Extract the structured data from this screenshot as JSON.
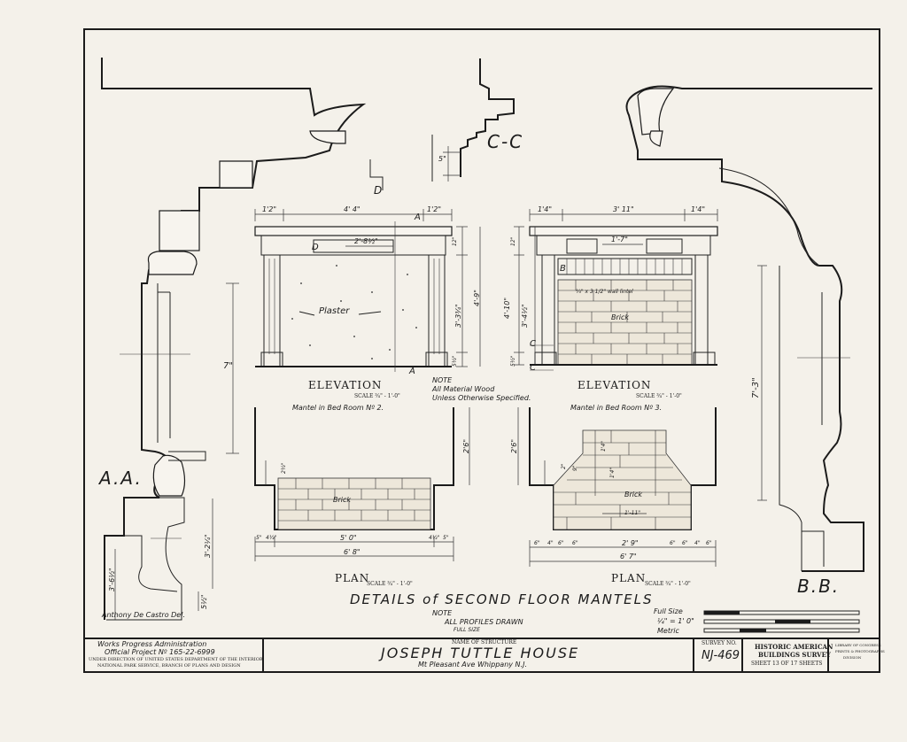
{
  "sections": {
    "cc": "C-C",
    "d": "D",
    "aa": "A.A.",
    "bb": "B.B."
  },
  "marks": {
    "a_top": "A",
    "a_bottom": "A",
    "d_small": "D",
    "b_small": "B",
    "c_upper": "C",
    "c_lower": "C"
  },
  "profile_dims": {
    "cc_5": "5\"",
    "aa_7": "7\"",
    "aa_3_2": "3'-2¼\"",
    "aa_3_6": "3'-6½\"",
    "aa_5": "5½\"",
    "bb_7": "7'-3\""
  },
  "elevation_left": {
    "dims": [
      "1'2\"",
      "4' 4\"",
      "1'2\""
    ],
    "inner_width": "2'-8½\"",
    "height_dims": [
      "12\"",
      "4'-9\"",
      "3'-3¾\"",
      "5½\""
    ],
    "plaster": "Plaster",
    "title": "ELEVATION",
    "scale": "SCALE ¾\" - 1'-0\"",
    "room": "Mantel in Bed Room Nº 2."
  },
  "elevation_right": {
    "dims": [
      "1'4\"",
      "3' 11\"",
      "1'4\""
    ],
    "inner_width": "1'-7\"",
    "height_dims": [
      "12\"",
      "4'-10\"",
      "3'-4½\"",
      "5½\""
    ],
    "lintel": "¾\" x 3 1/2\" wall lintel",
    "brick": "Brick",
    "title": "ELEVATION",
    "scale": "SCALE ¾\" - 1'-0\"",
    "room": "Mantel in Bed Room Nº 3."
  },
  "note": {
    "title": "NOTE",
    "line1": "All Material Wood",
    "line2": "Unless Otherwise Specified."
  },
  "plan_left": {
    "brick": "Brick",
    "dims": [
      "5\"",
      "4½\"",
      "5' 0\"",
      "4½\"",
      "5\""
    ],
    "total": "6' 8\"",
    "height": "2'6\"",
    "depth": "2½\"",
    "title": "PLAN",
    "scale": "SCALE ¾\" - 1'-0\""
  },
  "plan_right": {
    "brick": "Brick",
    "dims": [
      "6\"",
      "4\"",
      "6\"",
      "6\"",
      "2' 9\"",
      "6\"",
      "6\"",
      "4\"",
      "6\""
    ],
    "inner": "1'-11\"",
    "total": "6' 7\"",
    "height": "2'6\"",
    "depth1": "1'4\"",
    "depth2": "1'4\"",
    "depth3": "9\"",
    "depth4": "2\"",
    "title": "PLAN",
    "scale": "SCALE ¾\" - 1'-0\""
  },
  "sheet_title": "DETAILS of SECOND FLOOR MANTELS",
  "profiles_note": {
    "note": "NOTE",
    "line": "ALL PROFILES DRAWN",
    "full": "FULL SIZE"
  },
  "delineator": "Anthony De Castro Del.",
  "scales": {
    "full_size": "Full Size",
    "quarter": "¼\" = 1' 0\"",
    "metric": "Metric"
  },
  "title_block": {
    "agency1": "Works Progress Administration",
    "agency2": "Official Project Nº 165-22-6999",
    "agency3": "UNDER DIRECTION OF UNITED STATES DEPARTMENT OF THE INTERIOR",
    "agency4": "NATIONAL PARK SERVICE, BRANCH OF PLANS AND DESIGN",
    "structure_label": "NAME OF STRUCTURE",
    "structure_name": "JOSEPH TUTTLE HOUSE",
    "address": "Mt Pleasant Ave Whippany N.J.",
    "survey_label": "SURVEY NO.",
    "survey_no": "NJ-469",
    "habs1": "HISTORIC AMERICAN",
    "habs2": "BUILDINGS SURVEY",
    "sheet_text": "SHEET 13 OF 17 SHEETS",
    "library1": "LIBRARY OF CONGRESS",
    "library2": "PRINTS & PHOTOGRAPHS",
    "library3": "DIVISION"
  }
}
